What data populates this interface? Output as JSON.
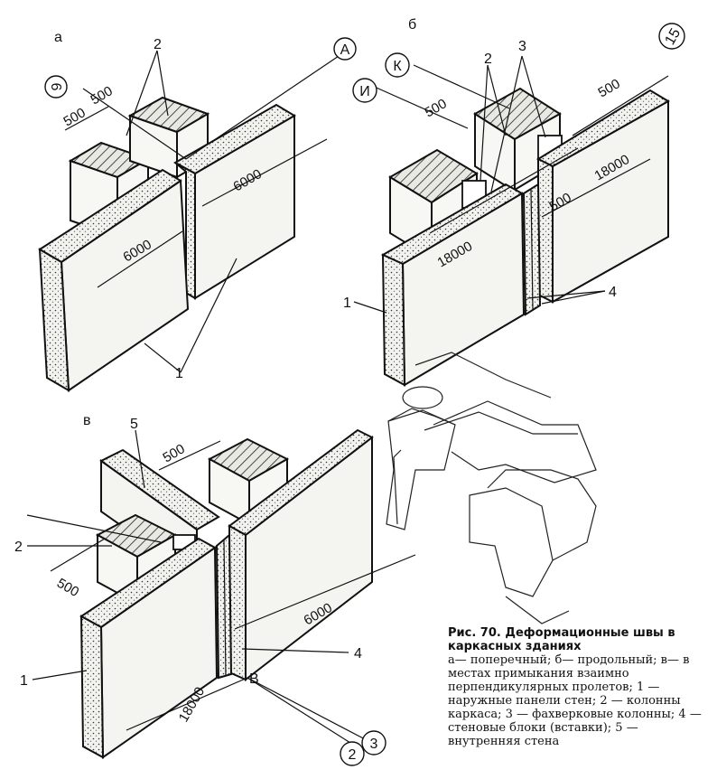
{
  "subfigures": {
    "a": "а",
    "b": "б",
    "v": "в"
  },
  "figure_a": {
    "axis_9": "9",
    "axis_A": "А",
    "dim_500_left": "500",
    "dim_500_top": "500",
    "dim_6000_right": "6000",
    "dim_6000_left": "6000",
    "callout_2": "2",
    "callout_1": "1"
  },
  "figure_b": {
    "axis_I": "И",
    "axis_K": "К",
    "axis_15": "15",
    "dim_500_left": "500",
    "dim_500_right": "500",
    "dim_500_lower": "500",
    "dim_18000_right": "18000",
    "dim_18000_left": "18000",
    "callout_2": "2",
    "callout_3": "3",
    "callout_1": "1",
    "callout_4": "4"
  },
  "figure_v": {
    "axis_2": "2",
    "axis_3": "3",
    "axis_B": "В",
    "dim_500_top": "500",
    "dim_500_left": "500",
    "dim_6000": "6000",
    "dim_18000": "18000",
    "callout_5": "5",
    "callout_2": "2",
    "callout_1": "1",
    "callout_4": "4"
  },
  "caption": {
    "title": "Рис. 70. Деформационные швы в каркасных зданиях",
    "body": "а— поперечный; б— продольный; в— в местах примыкания взаимно перпендикулярных пролетов; 1 — наружные панели стен; 2 — колонны каркаса; 3 — фахверковые колонны; 4 — стеновые блоки (вставки); 5 — внутренняя стена"
  }
}
